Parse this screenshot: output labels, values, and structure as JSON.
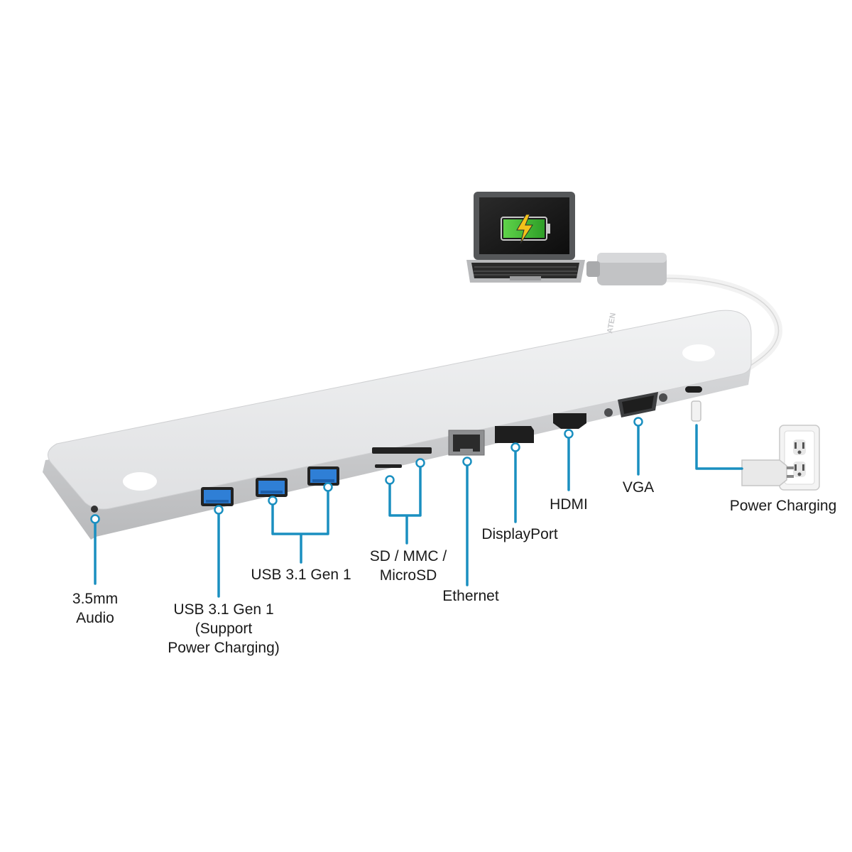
{
  "colors": {
    "callout": "#1a8fc0",
    "port_blue": "#2f7fd6",
    "dock_top": "#e6e7e9",
    "dock_front": "#c9cacc"
  },
  "brand": "ATEN",
  "labels": {
    "audio": [
      "3.5mm",
      "Audio"
    ],
    "usb_power": [
      "USB 3.1 Gen 1",
      "(Support",
      "Power Charging)"
    ],
    "usb_pair": [
      "USB 3.1 Gen 1"
    ],
    "card_reader": [
      "SD / MMC /",
      "MicroSD"
    ],
    "ethernet": [
      "Ethernet"
    ],
    "displayport": [
      "DisplayPort"
    ],
    "hdmi": [
      "HDMI"
    ],
    "vga": [
      "VGA"
    ],
    "power": [
      "Power Charging"
    ]
  },
  "icons": {
    "laptop": "laptop-icon",
    "battery": "battery-charging-icon",
    "outlet": "wall-outlet-icon",
    "plug": "power-plug-icon"
  }
}
